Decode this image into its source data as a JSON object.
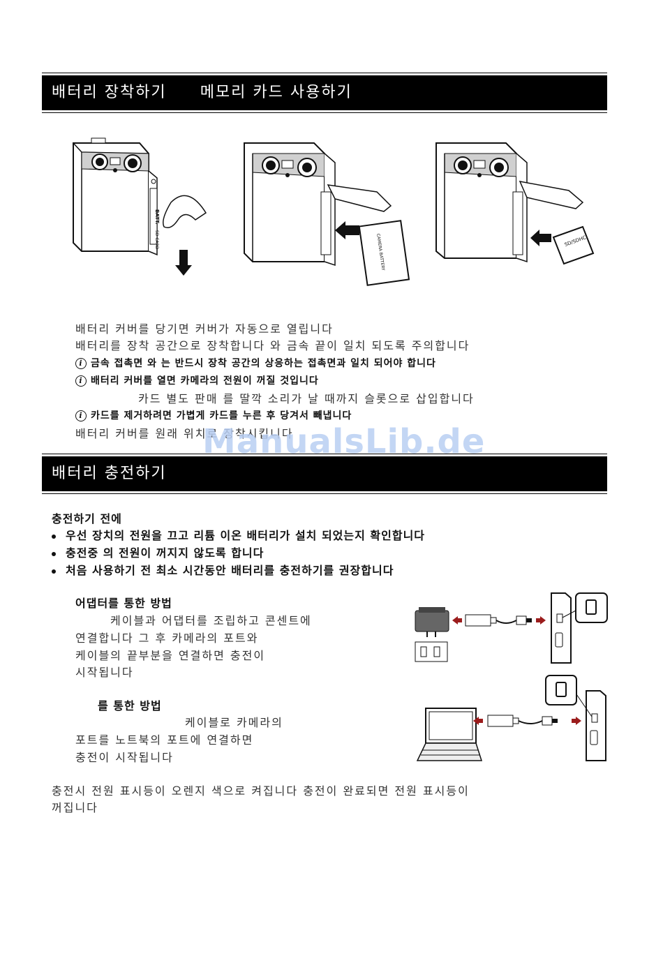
{
  "section1": {
    "title_left": "배터리 장착하기",
    "title_right": "메모리 카드 사용하기"
  },
  "illustrations": {
    "batt_label": "BATT.",
    "card_label": "SD CARD",
    "sdhc_label": "SD/SDHC"
  },
  "section1_text": {
    "l1": "배터리 커버를 당기면  커버가 자동으로 열립니다",
    "l2": "배터리를 장착 공간으로 장착합니다    와     금속 끝이 일치 되도록 주의합니다",
    "n1": "금속 접촉면   와   는 반드시 장착 공간의 상응하는 접촉면과 일치 되어야 합니다",
    "n2": "배터리 커버를 열면  카메라의 전원이 꺼질 것입니다",
    "l3": "카드 별도 판매 를 딸깍 소리가 날 때까지 슬롯으로 삽입합니다",
    "n3": "카드를 제거하려면  가볍게 카드를 누른 후 당겨서 빼냅니다",
    "l4": "배터리 커버를 원래 위치로 장착시킵니다"
  },
  "watermark": "ManualsLib.de",
  "section2": {
    "title": "배터리 충전하기",
    "before": "충전하기 전에",
    "bullets": [
      "우선 장치의 전원을 끄고  리튬 이온 배터리가 설치 되었는지 확인합니다",
      "충전중      의 전원이 꺼지지 않도록 합니다",
      "처음 사용하기 전  최소   시간동안 배터리를 충전하기를 권장합니다"
    ],
    "adapter_title": "어댑터를 통한 방법",
    "adapter_l1": "케이블과 어댑터를 조립하고       콘센트에",
    "adapter_l2": "연결합니다  그 후 카메라의         포트와",
    "adapter_l3": "케이블의                 끝부분을 연결하면 충전이",
    "adapter_l4": "시작됩니다",
    "pc_title": "를 통한 방법",
    "pc_l1": "케이블로 카메라의",
    "pc_l2": "포트를         노트북의          포트에 연결하면",
    "pc_l3": "충전이 시작됩니다",
    "footer_l1": "충전시 전원 표시등이 오렌지 색으로 켜집니다  충전이 완료되면  전원 표시등이",
    "footer_l2": "꺼집니다"
  }
}
